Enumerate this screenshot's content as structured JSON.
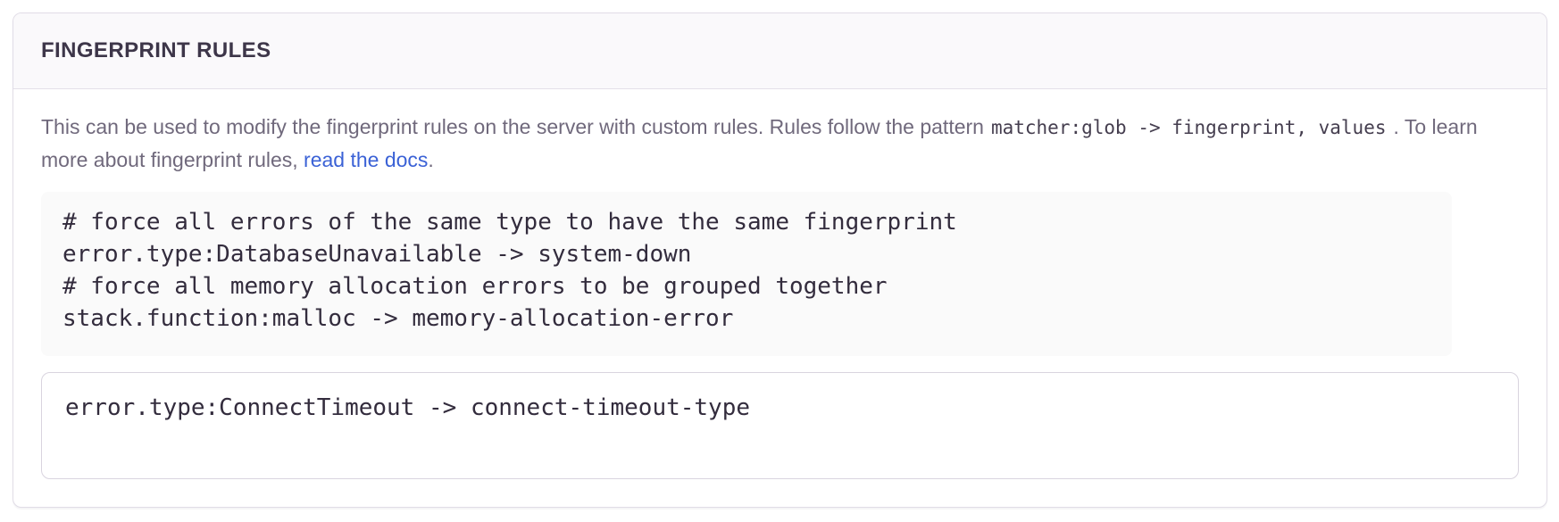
{
  "panel": {
    "title": "FINGERPRINT RULES",
    "description": {
      "text_before": "This can be used to modify the fingerprint rules on the server with custom rules. Rules follow the pattern",
      "pattern_code": "matcher:glob -> fingerprint, values",
      "text_middle": ". To learn more about fingerprint rules,",
      "link_label": "read the docs",
      "text_after": "."
    },
    "example_code": "# force all errors of the same type to have the same fingerprint\nerror.type:DatabaseUnavailable -> system-down\n# force all memory allocation errors to be grouped together\nstack.function:malloc -> memory-allocation-error",
    "rules_input": {
      "value": "error.type:ConnectTimeout -> connect-timeout-type"
    },
    "colors": {
      "link": "#3b62d6",
      "title_text": "#3d3649",
      "description_text": "#70697c",
      "code_text": "#332c3d",
      "panel_border": "#e0dce6",
      "header_background": "#faf9fb",
      "example_background": "#fafafa"
    }
  }
}
